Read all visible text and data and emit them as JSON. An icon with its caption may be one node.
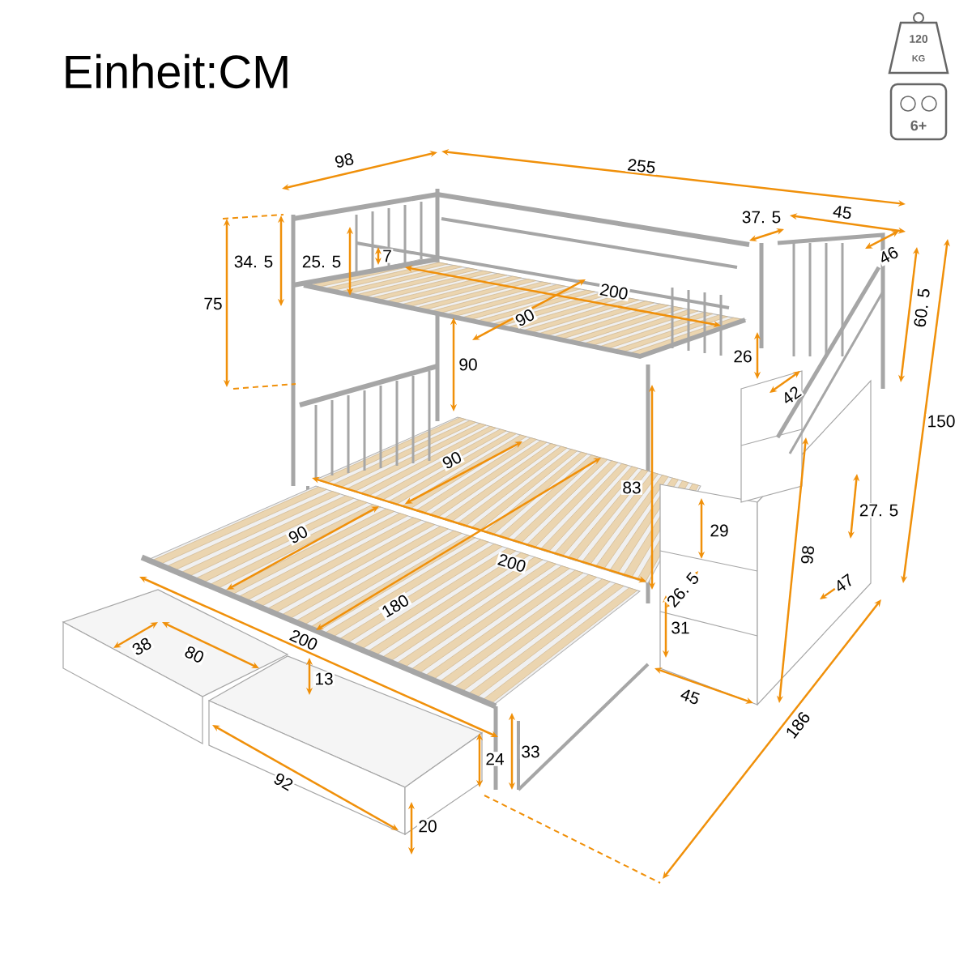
{
  "diagram": {
    "title": "Einheit:CM",
    "labels": [
      "120",
      "KG",
      "6+",
      "98",
      "255",
      "37. 5",
      "45",
      "34. 5",
      "25. 5",
      "7",
      "200",
      "90",
      "75",
      "46",
      "60. 5",
      "26",
      "90",
      "42",
      "150",
      "90",
      "83",
      "27. 5",
      "29",
      "90",
      "200",
      "98",
      "26. 5",
      "47",
      "180",
      "31",
      "38",
      "80",
      "200",
      "13",
      "45",
      "186",
      "24",
      "33",
      "92",
      "20"
    ]
  }
}
